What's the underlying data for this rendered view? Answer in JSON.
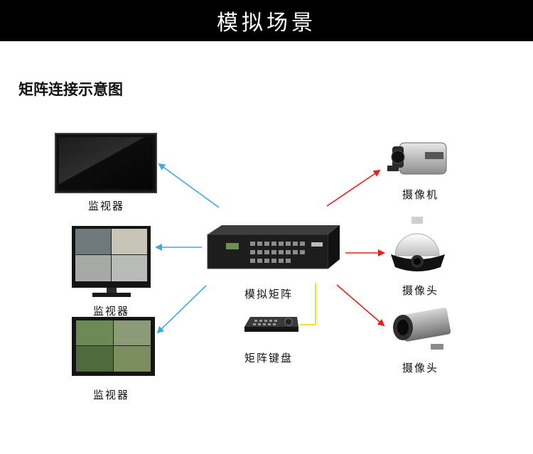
{
  "header": {
    "title": "模拟场景"
  },
  "section": {
    "title": "矩阵连接示意图"
  },
  "devices": {
    "monitor_1": "监视器",
    "monitor_2": "监视器",
    "monitor_3": "监视器",
    "matrix": "模拟矩阵",
    "keyboard": "矩阵键盘",
    "camcorder": "摄像机",
    "dome_camera": "摄像头",
    "bullet_camera": "摄像头"
  },
  "colors": {
    "output_arrow": "#3fa9e0",
    "input_arrow": "#e8201c",
    "control_line": "#f2d500"
  }
}
